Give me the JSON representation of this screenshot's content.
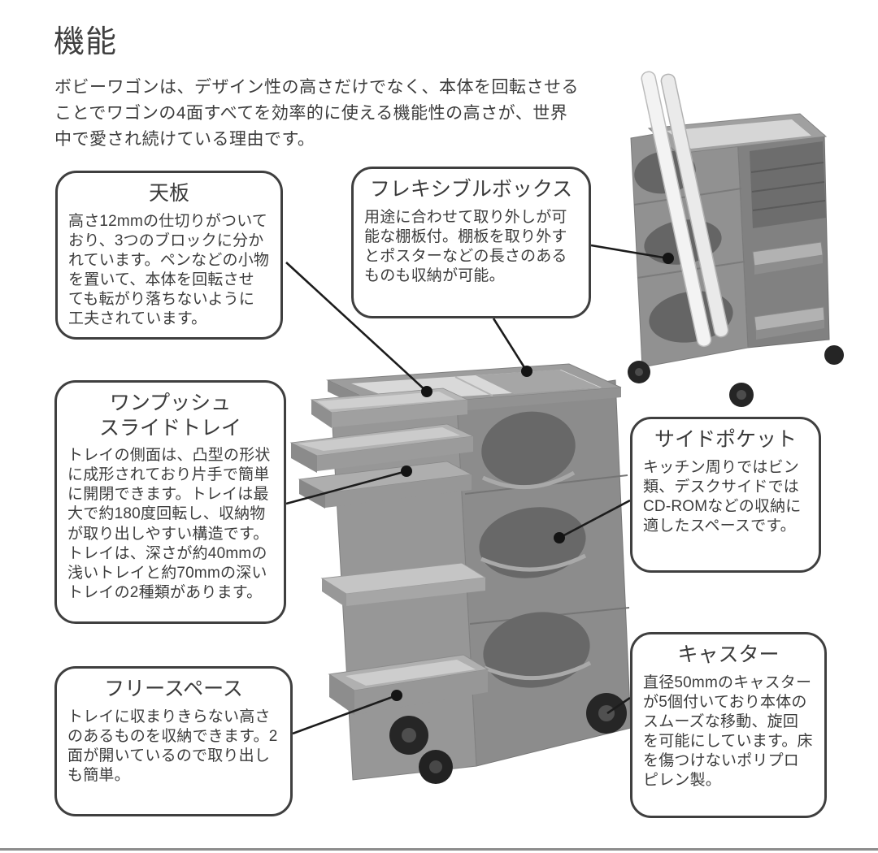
{
  "page": {
    "title": "機能",
    "intro": "ボビーワゴンは、デザイン性の高さだけでなく、本体を回転させることでワゴンの4面すべてを効率的に使える機能性の高さが、世界中で愛され続けている理由です。"
  },
  "callouts": [
    {
      "id": "tenban",
      "title": "天板",
      "body": "高さ12mmの仕切りがついており、3つのブロックに分かれています。ペンなどの小物を置いて、本体を回転させても転がり落ちないように工夫されています。"
    },
    {
      "id": "flexible-box",
      "title": "フレキシブルボックス",
      "body": "用途に合わせて取り外しが可能な棚板付。棚板を取り外すとポスターなどの長さのあるものも収納が可能。"
    },
    {
      "id": "one-push-slide-tray",
      "title": "ワンプッシュ\nスライドトレイ",
      "body": "トレイの側面は、凸型の形状に成形されており片手で簡単に開閉できます。トレイは最大で約180度回転し、収納物が取り出しやすい構造です。トレイは、深さが約40mmの浅いトレイと約70mmの深いトレイの2種類があります。"
    },
    {
      "id": "side-pocket",
      "title": "サイドポケット",
      "body": "キッチン周りではビン類、デスクサイドではCD-ROMなどの収納に適したスペースです。"
    },
    {
      "id": "free-space",
      "title": "フリースペース",
      "body": "トレイに収まりきらない高さのあるものを収納できます。2面が開いているので取り出しも簡単。"
    },
    {
      "id": "caster",
      "title": "キャスター",
      "body": "直径50mmのキャスターが5個付いており本体のスムーズな移動、旋回を可能にしています。床を傷つけないポリプロピレン製。"
    }
  ],
  "images": {
    "main_cart_alt": "グレーのボビーワゴン本体（トレイを引き出した状態）",
    "secondary_cart_alt": "ポスターなど長いものを収納したボビーワゴン"
  },
  "colors": {
    "background": "#ffffff",
    "text": "#3c3c3c",
    "callout_border": "#3f3f3f",
    "connector_line": "#1c1c1c",
    "cart_gray": "#8f8f8f",
    "divider": "#8d8d8d"
  }
}
